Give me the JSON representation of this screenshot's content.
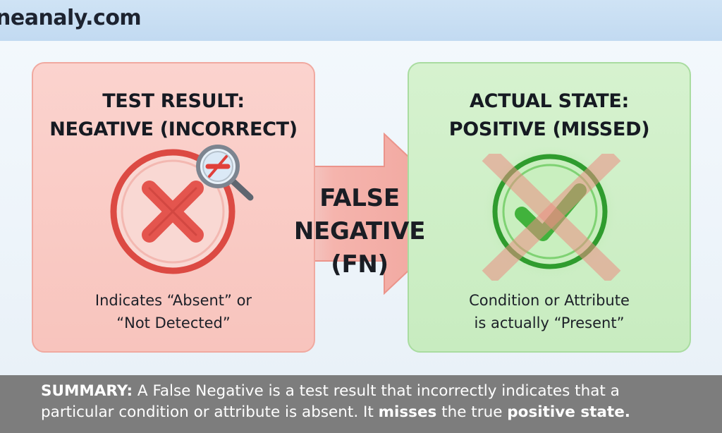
{
  "header": {
    "site": "neanaly.com"
  },
  "left_panel": {
    "title_line1": "TEST RESULT:",
    "title_line2": "NEGATIVE (INCORRECT)",
    "caption_line1": "Indicates “Absent” or",
    "caption_line2": "“Not Detected”",
    "icon": "x-mark-icon",
    "badge_icon": "magnifier-icon",
    "accent": "#e04b45"
  },
  "center": {
    "line1": "FALSE",
    "line2": "NEGATIVE",
    "line3": "(FN)",
    "arrow_color": "#f4aaa3"
  },
  "right_panel": {
    "title_line1": "ACTUAL STATE:",
    "title_line2": "POSITIVE (MISSED)",
    "caption_line1": "Condition or Attribute",
    "caption_line2": "is actually “Present”",
    "icon": "check-mark-icon",
    "overlay_icon": "cross-out-icon",
    "accent": "#3fae3b"
  },
  "summary": {
    "label": "SUMMARY:",
    "text1": " A False Negative is a test result that incorrectly indicates that a",
    "text2a": "particular condition or attribute is absent. It ",
    "bold1": "misses",
    "text2b": " the true ",
    "bold2": "positive state.",
    "text2c": ""
  }
}
